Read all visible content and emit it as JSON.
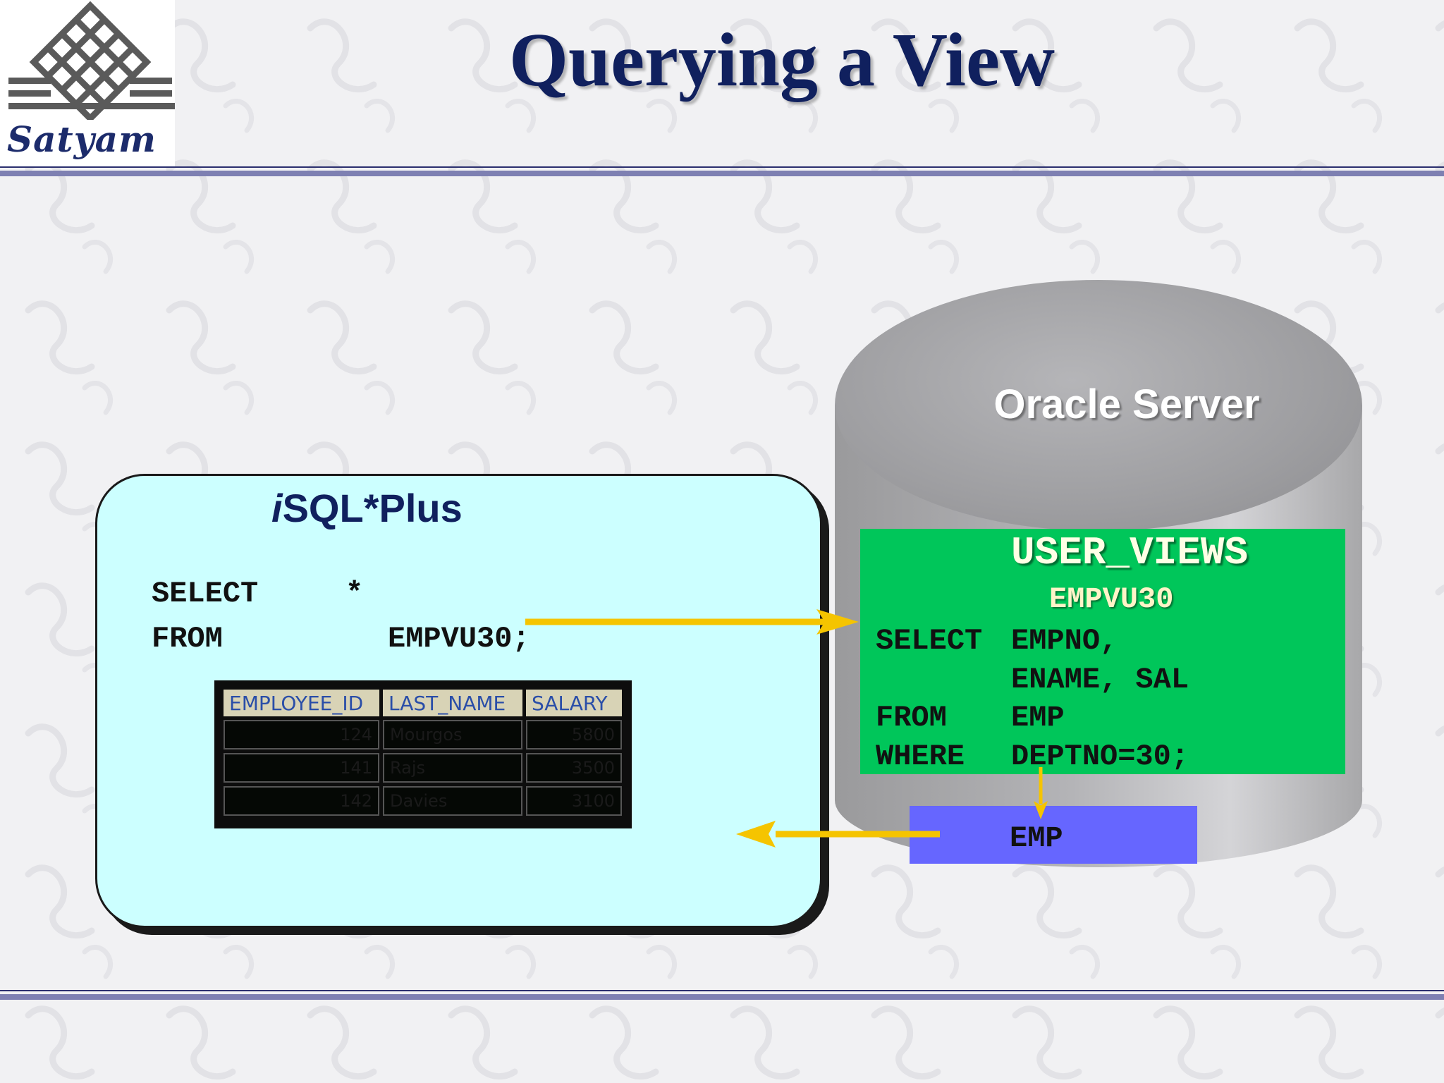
{
  "title": "Querying a View",
  "logo": {
    "text": "Satyam"
  },
  "client": {
    "title_prefix": "i",
    "title_rest": "SQL*Plus",
    "query": {
      "select_kw": "SELECT",
      "select_cols": "*",
      "from_kw": "FROM",
      "from_view": "EMPVU30;"
    },
    "result": {
      "columns": [
        "EMPLOYEE_ID",
        "LAST_NAME",
        "SALARY"
      ],
      "rows": [
        [
          "124",
          "Mourgos",
          "5800"
        ],
        [
          "141",
          "Rajs",
          "3500"
        ],
        [
          "142",
          "Davies",
          "3100"
        ]
      ]
    }
  },
  "server": {
    "label": "Oracle Server",
    "dictionary_view": "USER_VIEWS",
    "view_name": "EMPVU30",
    "definition": [
      {
        "kw": "SELECT",
        "text": "EMPNO,"
      },
      {
        "kw": "",
        "text": "ENAME, SAL"
      },
      {
        "kw": "FROM",
        "text": "EMP"
      },
      {
        "kw": "WHERE",
        "text": "DEPTNO=30;"
      }
    ],
    "base_table": "EMP"
  },
  "colors": {
    "title": "#10205e",
    "client_bg": "#ccffff",
    "dictionary_bg": "#00c65a",
    "table_bg": "#6666ff",
    "arrow": "#f5c400"
  }
}
